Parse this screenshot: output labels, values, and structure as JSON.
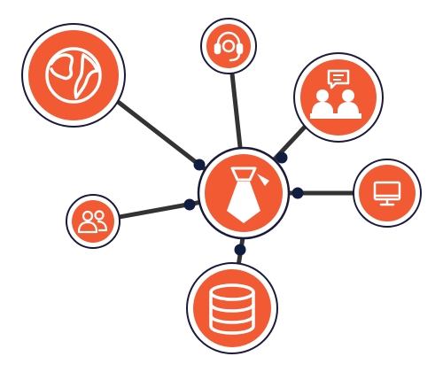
{
  "diagram": {
    "colors": {
      "accent": "#f15a33",
      "ring": "#1a1a3a",
      "connector": "#333333",
      "node_dot": "#101c40",
      "icon": "#ffffff"
    },
    "center": {
      "icon": "tie-icon"
    },
    "satellites": [
      {
        "name": "globe-node",
        "icon": "globe-icon"
      },
      {
        "name": "headset-node",
        "icon": "headset-icon"
      },
      {
        "name": "meeting-node",
        "icon": "meeting-chat-icon"
      },
      {
        "name": "monitor-node",
        "icon": "monitor-icon"
      },
      {
        "name": "database-node",
        "icon": "database-icon"
      },
      {
        "name": "users-node",
        "icon": "users-icon"
      }
    ]
  }
}
